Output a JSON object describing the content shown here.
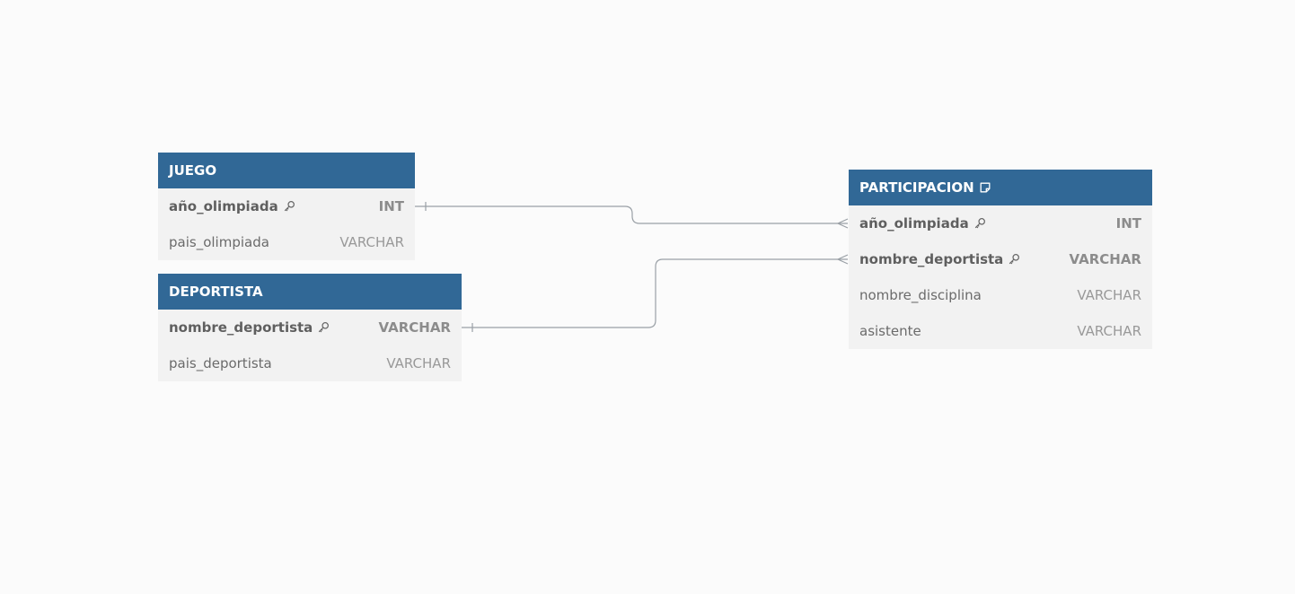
{
  "colors": {
    "background": "#fbfbfb",
    "header": "#316896",
    "body": "#f2f2f2",
    "connector": "#9aa0a6"
  },
  "tables": [
    {
      "id": "juego",
      "name": "JUEGO",
      "has_note": false,
      "fields": [
        {
          "name": "año_olimpiada",
          "type": "INT",
          "primary_key": true
        },
        {
          "name": "pais_olimpiada",
          "type": "VARCHAR",
          "primary_key": false
        }
      ]
    },
    {
      "id": "deportista",
      "name": "DEPORTISTA",
      "has_note": false,
      "fields": [
        {
          "name": "nombre_deportista",
          "type": "VARCHAR",
          "primary_key": true
        },
        {
          "name": "pais_deportista",
          "type": "VARCHAR",
          "primary_key": false
        }
      ]
    },
    {
      "id": "participacion",
      "name": "PARTICIPACION",
      "has_note": true,
      "fields": [
        {
          "name": "año_olimpiada",
          "type": "INT",
          "primary_key": true
        },
        {
          "name": "nombre_deportista",
          "type": "VARCHAR",
          "primary_key": true
        },
        {
          "name": "nombre_disciplina",
          "type": "VARCHAR",
          "primary_key": false
        },
        {
          "name": "asistente",
          "type": "VARCHAR",
          "primary_key": false
        }
      ]
    }
  ],
  "relations": [
    {
      "from_table": "juego",
      "from_field": "año_olimpiada",
      "from_card": "one",
      "to_table": "participacion",
      "to_field": "año_olimpiada",
      "to_card": "many"
    },
    {
      "from_table": "deportista",
      "from_field": "nombre_deportista",
      "from_card": "one",
      "to_table": "participacion",
      "to_field": "nombre_deportista",
      "to_card": "many"
    }
  ]
}
